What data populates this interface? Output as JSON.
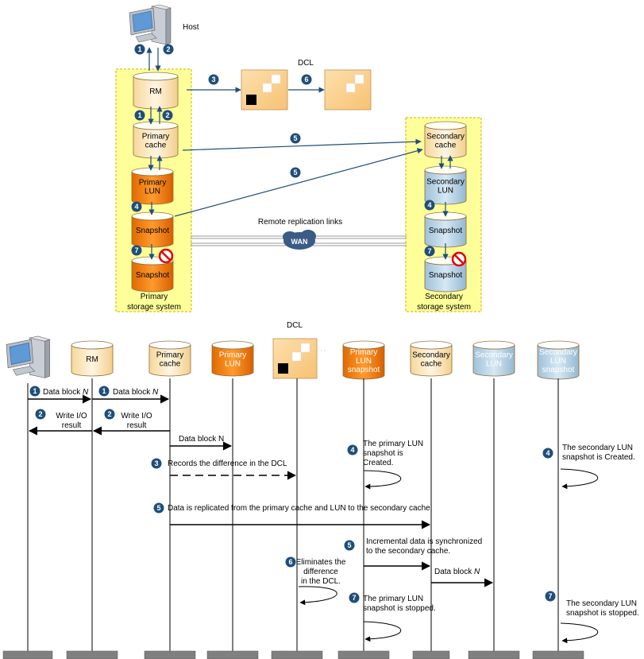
{
  "top": {
    "host_label": "Host",
    "dcl_label": "DCL",
    "rm_label": "RM",
    "primary_cache": [
      "Primary",
      "cache"
    ],
    "primary_lun": [
      "Primary",
      "LUN"
    ],
    "snapshot": "Snapshot",
    "secondary_cache": [
      "Secondary",
      "cache"
    ],
    "secondary_lun": [
      "Secondary",
      "LUN"
    ],
    "links_label": "Remote replication links",
    "wan_label": "WAN",
    "primary_system": [
      "Primary",
      "storage system"
    ],
    "secondary_system": [
      "Secondary",
      "storage system"
    ]
  },
  "seq": {
    "dcl_label": "DCL",
    "participants": [
      {
        "lines": [
          "RM"
        ]
      },
      {
        "lines": [
          "Primary",
          "cache"
        ]
      },
      {
        "lines": [
          "Primary",
          "LUN"
        ]
      },
      {
        "lines": [
          "Primary",
          "LUN",
          "snapshot"
        ]
      },
      {
        "lines": [
          "Secondary",
          "cache"
        ]
      },
      {
        "lines": [
          "Secondary",
          "LUN"
        ]
      },
      {
        "lines": [
          "Secondary",
          "LUN",
          "snapshot"
        ]
      }
    ],
    "messages": {
      "m1a": "Data block ",
      "m1b": "Data block ",
      "n_italic": "N",
      "m2a": [
        "Write I/O",
        "result"
      ],
      "m2b": [
        "Write I/O",
        "result"
      ],
      "m_lun": "Data block N",
      "m3": "Records the difference in the DCL",
      "m4a": [
        "The primary LUN",
        "snapshot is",
        "Created."
      ],
      "m4b": [
        "The secondary  LUN",
        "snapshot is Created."
      ],
      "m5a": "Data is replicated from the primary cache and LUN to the secondary cache.",
      "m5b": [
        "Incremental data is synchronized",
        " to the secondary cache."
      ],
      "m6": [
        "Eliminates the",
        "difference",
        "in the DCL."
      ],
      "m_sec": "Data block ",
      "m7a": [
        "The primary LUN",
        "snapshot is stopped."
      ],
      "m7b": [
        "The secondary LUN",
        "snapshot is stopped."
      ]
    }
  },
  "steps": [
    "1",
    "2",
    "3",
    "4",
    "5",
    "6",
    "7"
  ],
  "colors": {
    "panel": "#ffff99",
    "panel_border": "#c8b400",
    "cache_fill": "#fde4b0",
    "lun_orange": "#f07c10",
    "lun_blue": "#b8d4e6",
    "badge": "#1f4e79",
    "dcl_box": "#fcd497",
    "ground": "#808080"
  }
}
